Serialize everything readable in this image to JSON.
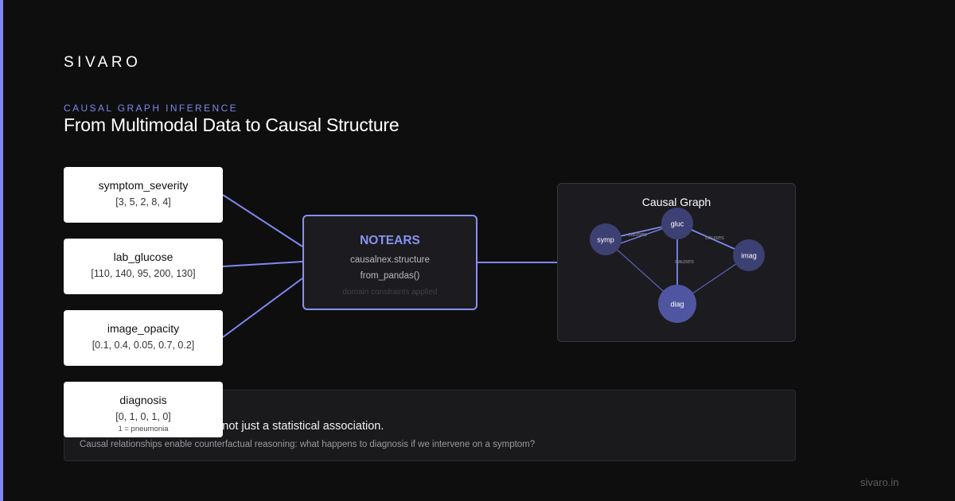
{
  "brand": {
    "logo": "SIVARO",
    "footer_url": "sivaro.in",
    "accent_color": "#7f87f0"
  },
  "header": {
    "eyebrow": "CAUSAL GRAPH INFERENCE",
    "title": "From Multimodal Data to Causal Structure"
  },
  "inputs": [
    {
      "name": "symptom_severity",
      "values": "[3, 5, 2, 8, 4]"
    },
    {
      "name": "lab_glucose",
      "values": "[110, 140, 95, 200, 130]"
    },
    {
      "name": "image_opacity",
      "values": "[0.1, 0.4, 0.05, 0.7, 0.2]"
    },
    {
      "name": "diagnosis",
      "values": "[0, 1, 0, 1, 0]",
      "note": "1 = pneumonia"
    }
  ],
  "notears": {
    "title": "NOTEARS",
    "line1": "causalnex.structure",
    "line2": "from_pandas()",
    "line3": "domain constraints applied"
  },
  "graph": {
    "title": "Causal Graph",
    "nodes": [
      {
        "id": "symp",
        "label": "symp"
      },
      {
        "id": "gluc",
        "label": "gluc"
      },
      {
        "id": "imag",
        "label": "imag"
      },
      {
        "id": "diag",
        "label": "diag"
      }
    ],
    "edge_labels": {
      "symp_gluc": "causes",
      "gluc_imag": "causes",
      "gluc_diag": "causes"
    }
  },
  "callout": {
    "main": "\" is an edge in the graph — not just a statistical association.",
    "sub": "Causal relationships enable counterfactual reasoning: what happens to diagnosis if we intervene on a symptom?"
  }
}
